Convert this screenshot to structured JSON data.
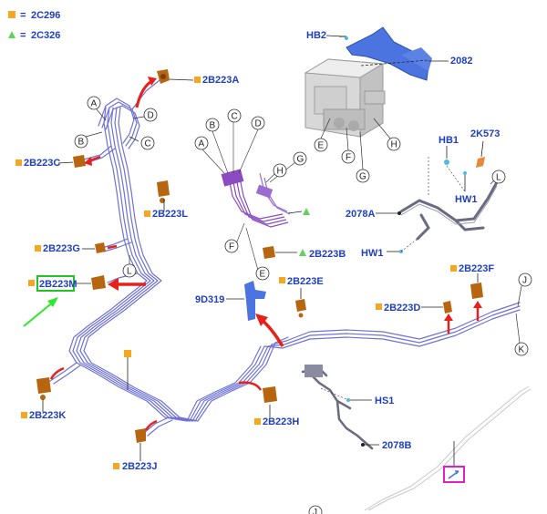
{
  "legend": [
    {
      "symbol": "square",
      "color": "#f5a623",
      "text": "2C296",
      "sep": "="
    },
    {
      "symbol": "triangle",
      "color": "#5fd35f",
      "text": "2C326",
      "sep": "="
    }
  ],
  "labels": {
    "hb2": "HB2",
    "p2082": "2082",
    "a": "A",
    "b": "B",
    "c": "C",
    "d": "D",
    "e": "E",
    "f": "F",
    "g": "G",
    "h": "H",
    "j": "J",
    "k": "K",
    "l": "L",
    "p2b223a": "2B223A",
    "p2b223c": "2B223C",
    "p2b223l": "2B223L",
    "p2b223g": "2B223G",
    "p2b223m": "2B223M",
    "p2b223k": "2B223K",
    "p2b223j": "2B223J",
    "p2b223h": "2B223H",
    "p2b223e": "2B223E",
    "p2b223b": "2B223B",
    "p2b223d": "2B223D",
    "p2b223f": "2B223F",
    "p9d319": "9D319",
    "hb1": "HB1",
    "p2k573": "2K573",
    "p2078a": "2078A",
    "hw1": "HW1",
    "hw1b": "HW1",
    "hs1": "HS1",
    "p2078b": "2078B"
  },
  "colors": {
    "label": "#1f3fbf",
    "pipe": "#6f72d6",
    "connector": "#b8650f",
    "arrow": "#e8201a",
    "highlight_box": "#22c322",
    "highlight_arrow": "#2ee82e",
    "magenta_box": "#e020c8",
    "bracket": "#4b74e0",
    "purple": "#8a4cc0"
  },
  "icons": [
    "square-marker",
    "triangle-marker",
    "red-arrow",
    "green-pointer-arrow",
    "magenta-view-box",
    "callout-circle"
  ]
}
